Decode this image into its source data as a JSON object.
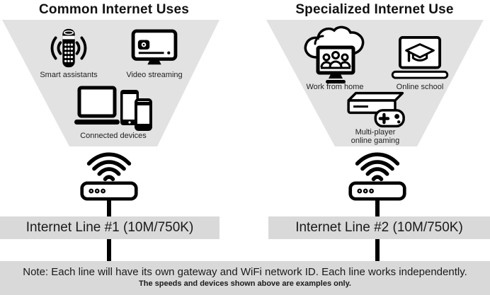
{
  "diagram": {
    "left": {
      "title": "Common Internet Uses",
      "items": [
        {
          "icon": "smart-speaker-icon",
          "label": "Smart assistants"
        },
        {
          "icon": "tv-streaming-icon",
          "label": "Video streaming"
        },
        {
          "icon": "connected-devices-icon",
          "label": "Connected devices"
        }
      ],
      "line_label": "Internet Line #1 (10M/750K)"
    },
    "right": {
      "title": "Specialized Internet Use",
      "items": [
        {
          "icon": "cloud-video-meeting-icon",
          "label": "Work from home"
        },
        {
          "icon": "graduation-laptop-icon",
          "label": "Online school"
        },
        {
          "icon": "game-console-icon",
          "label_lines": [
            "Multi-player",
            "online gaming"
          ]
        }
      ],
      "line_label": "Internet Line #2 (10M/750K)"
    },
    "note": {
      "main": "Note: Each line will have its own gateway and WiFi network ID. Each line works independently.",
      "sub": "The speeds and devices shown above are examples only."
    },
    "colors": {
      "funnel_gray": "#e2e2e2",
      "bar_gray": "#d9d9d9",
      "ink": "#000000"
    }
  }
}
